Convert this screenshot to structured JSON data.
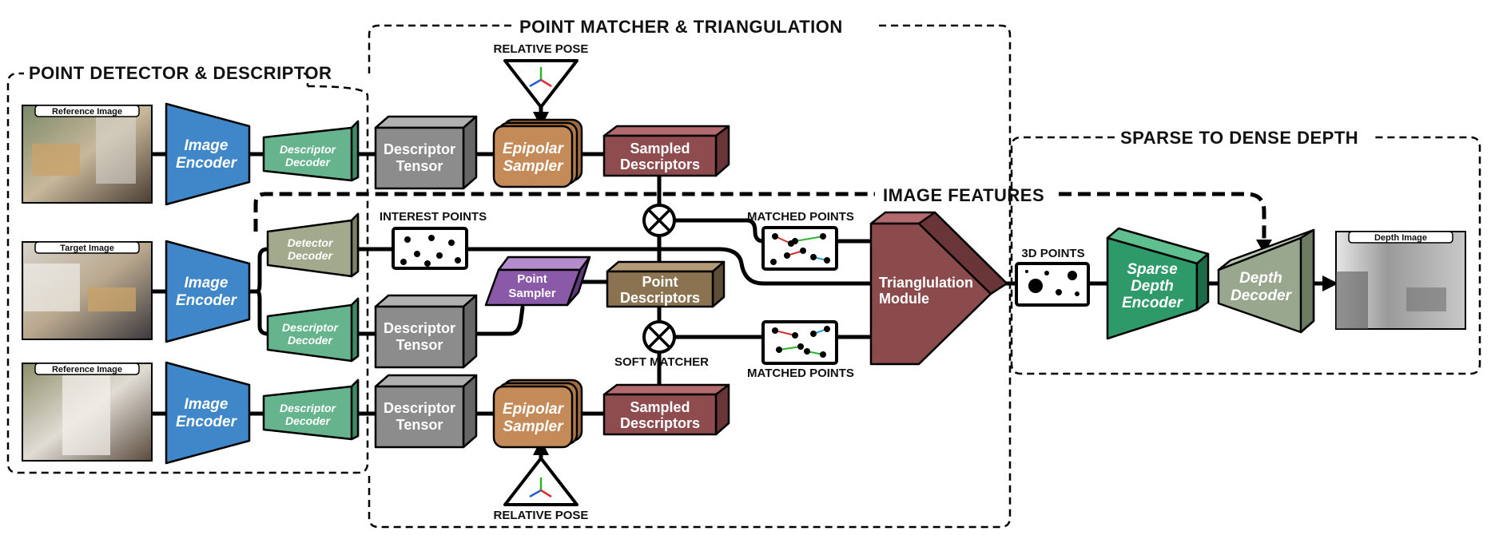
{
  "sections": {
    "point_detector": "POINT DETECTOR & DESCRIPTOR",
    "point_matcher": "POINT MATCHER & TRIANGULATION",
    "sparse_to_dense": "SPARSE TO DENSE DEPTH",
    "image_features": "IMAGE FEATURES"
  },
  "images": {
    "reference_top": "Reference Image",
    "target": "Target Image",
    "reference_bottom": "Reference Image",
    "depth": "Depth Image"
  },
  "encoders": {
    "line1": "Image",
    "line2": "Encoder"
  },
  "descriptor_decoder": {
    "line1": "Descriptor",
    "line2": "Decoder"
  },
  "detector_decoder": {
    "line1": "Detector",
    "line2": "Decoder"
  },
  "descriptor_tensor": {
    "line1": "Descriptor",
    "line2": "Tensor"
  },
  "epipolar_sampler": {
    "line1": "Epipolar",
    "line2": "Sampler"
  },
  "sampled_descriptors": {
    "line1": "Sampled",
    "line2": "Descriptors"
  },
  "point_sampler": {
    "line1": "Point",
    "line2": "Sampler"
  },
  "point_descriptors": {
    "line1": "Point",
    "line2": "Descriptors"
  },
  "triangulation": {
    "line1": "Trianglulation",
    "line2": "Module"
  },
  "sparse_depth_encoder": {
    "line1": "Sparse",
    "line2": "Depth",
    "line3": "Encoder"
  },
  "depth_decoder": {
    "line1": "Depth",
    "line2": "Decoder"
  },
  "labels": {
    "relative_pose_top": "RELATIVE POSE",
    "relative_pose_bottom": "RELATIVE POSE",
    "interest_points": "INTEREST POINTS",
    "matched_points_top": "MATCHED POINTS",
    "matched_points_bottom": "MATCHED POINTS",
    "soft_matcher": "SOFT MATCHER",
    "points_3d": "3D POINTS"
  },
  "colors": {
    "encoder_blue": "#3f87c8",
    "decoder_green": "#66b48e",
    "detector_olive": "#a3a98c",
    "tensor_gray": "#8c8c8c",
    "epipolar_orange": "#c48a58",
    "sampled_red": "#8e4c4f",
    "point_sampler_purple": "#8a5aa8",
    "point_desc_brown": "#8b7352",
    "triangulation_red": "#8b4a4c",
    "sparse_encoder_green": "#2e9a6a",
    "depth_decoder_olive": "#98a78e"
  }
}
